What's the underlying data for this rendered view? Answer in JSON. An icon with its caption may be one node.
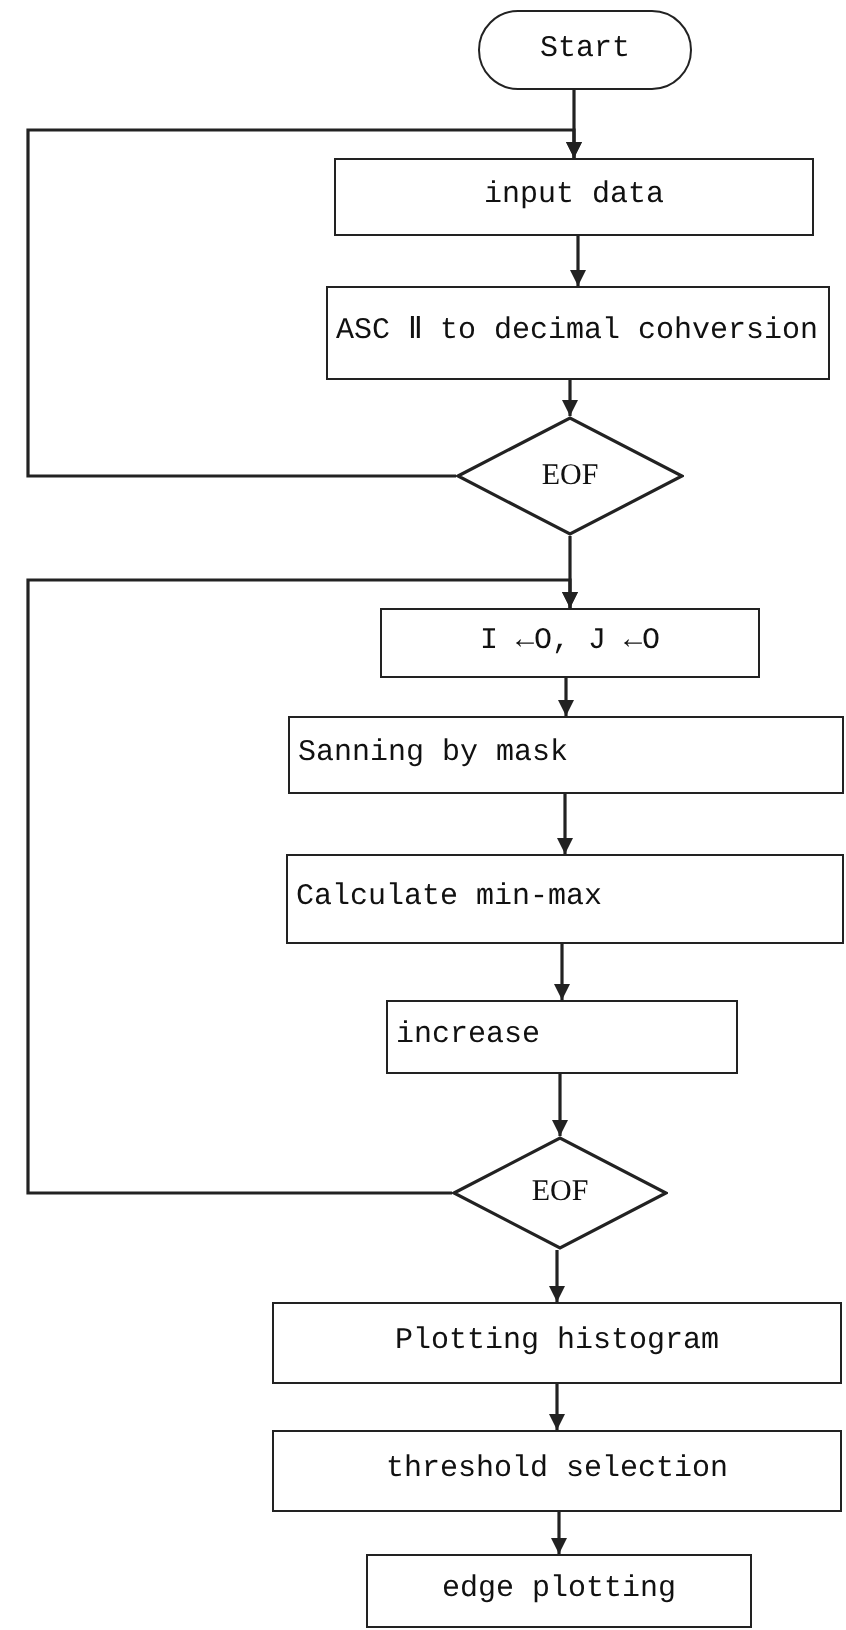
{
  "diagram": {
    "nodes": [
      {
        "text": [
          "Start"
        ]
      },
      {
        "text": [
          "input data"
        ]
      },
      {
        "text": [
          "ASC Ⅱ to decimal cohversion"
        ]
      },
      {
        "text": [
          "EOF"
        ]
      },
      {
        "text": [
          "I ←O, J ←O"
        ]
      },
      {
        "text": [
          "Sanning by mask"
        ]
      },
      {
        "text": [
          "Calculate min-max"
        ]
      },
      {
        "text": [
          "increase"
        ]
      },
      {
        "text": [
          "EOF"
        ]
      },
      {
        "text": [
          "Plotting histogram"
        ]
      },
      {
        "text": [
          "threshold selection"
        ]
      },
      {
        "text": [
          "edge plotting"
        ]
      }
    ],
    "edges": [
      {
        "from": 0,
        "to": 1,
        "arrow": "to"
      },
      {
        "from": 1,
        "to": 2,
        "arrow": "to"
      },
      {
        "from": 2,
        "to": 3,
        "arrow": "to"
      },
      {
        "from": 3,
        "to": 1,
        "arrow": "to"
      },
      {
        "from": 3,
        "to": 4,
        "arrow": "to"
      },
      {
        "from": 4,
        "to": 5,
        "arrow": "to"
      },
      {
        "from": 5,
        "to": 6,
        "arrow": "to"
      },
      {
        "from": 6,
        "to": 7,
        "arrow": "to"
      },
      {
        "from": 7,
        "to": 8,
        "arrow": "to"
      },
      {
        "from": 8,
        "to": 4,
        "arrow": "to"
      },
      {
        "from": 8,
        "to": 9,
        "arrow": "to"
      },
      {
        "from": 9,
        "to": 10,
        "arrow": "to"
      },
      {
        "from": 10,
        "to": 11,
        "arrow": "to"
      }
    ]
  }
}
